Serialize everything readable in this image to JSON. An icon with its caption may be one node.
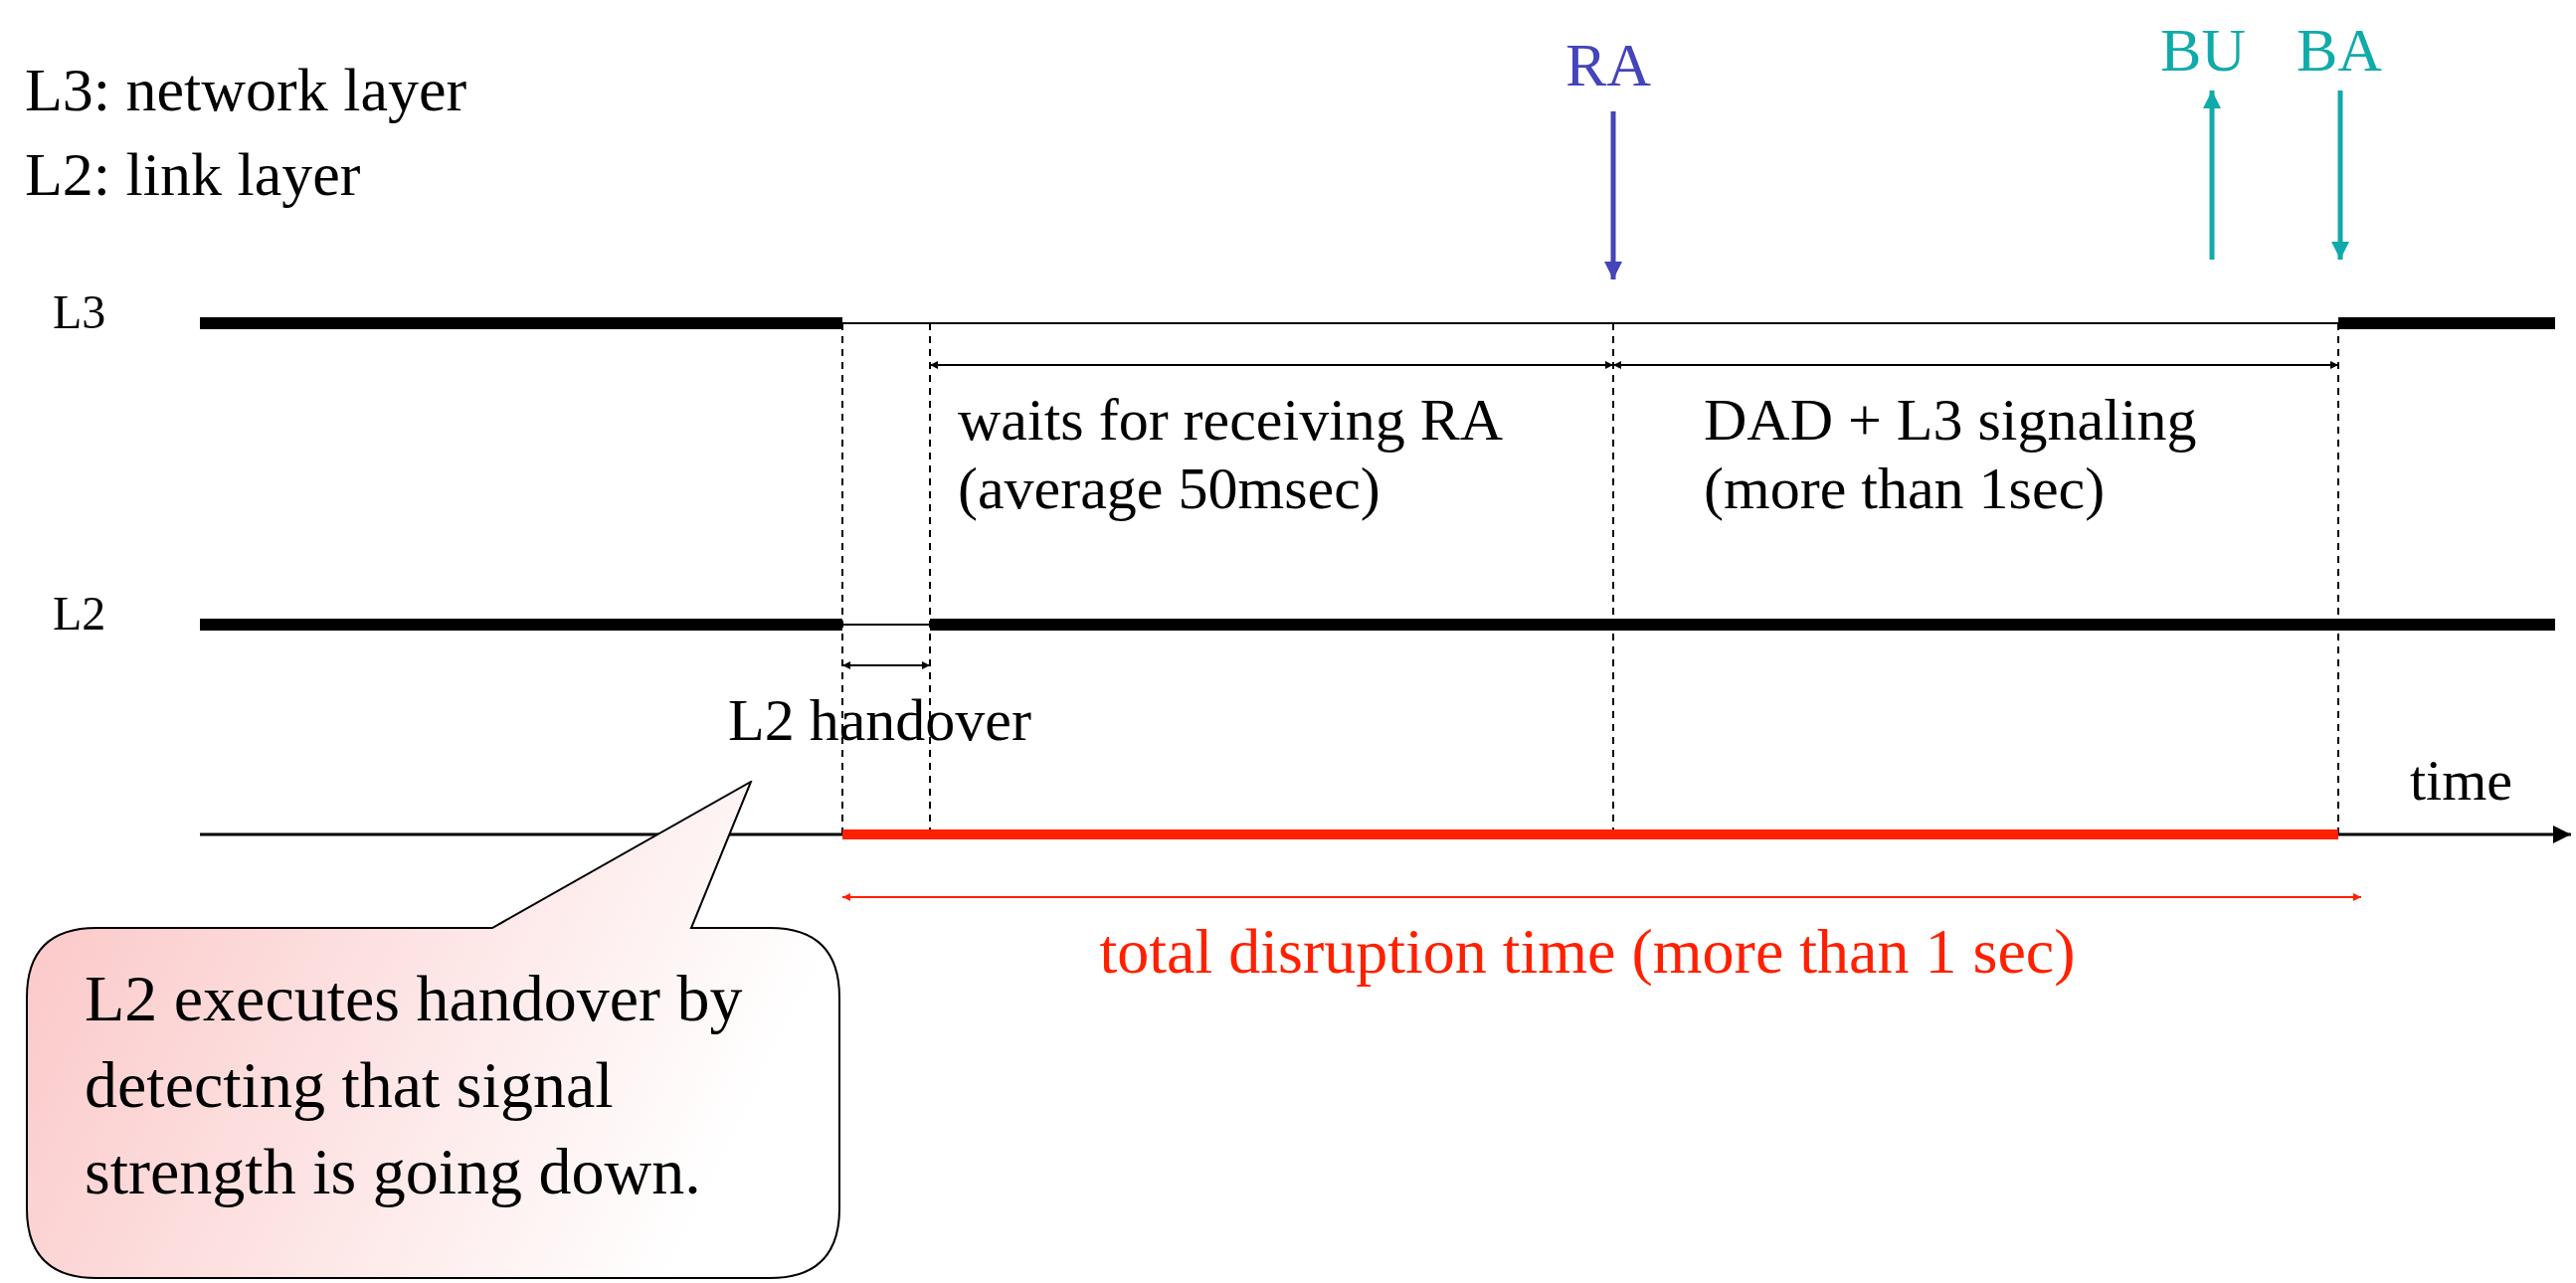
{
  "diagram": {
    "nodes": [
      {
        "text": [
          "L2 executes handover by detecting that signal strength is going down."
        ]
      }
    ],
    "labels": [
      "L3: network layer",
      "L2: link layer",
      "RA",
      "BU",
      "BA",
      "L3",
      "waits for receiving RA (average 50msec)",
      "DAD + L3 signaling (more than 1sec)",
      "L2",
      "L2 handover",
      "time",
      "total disruption time (more than 1 sec)"
    ]
  }
}
